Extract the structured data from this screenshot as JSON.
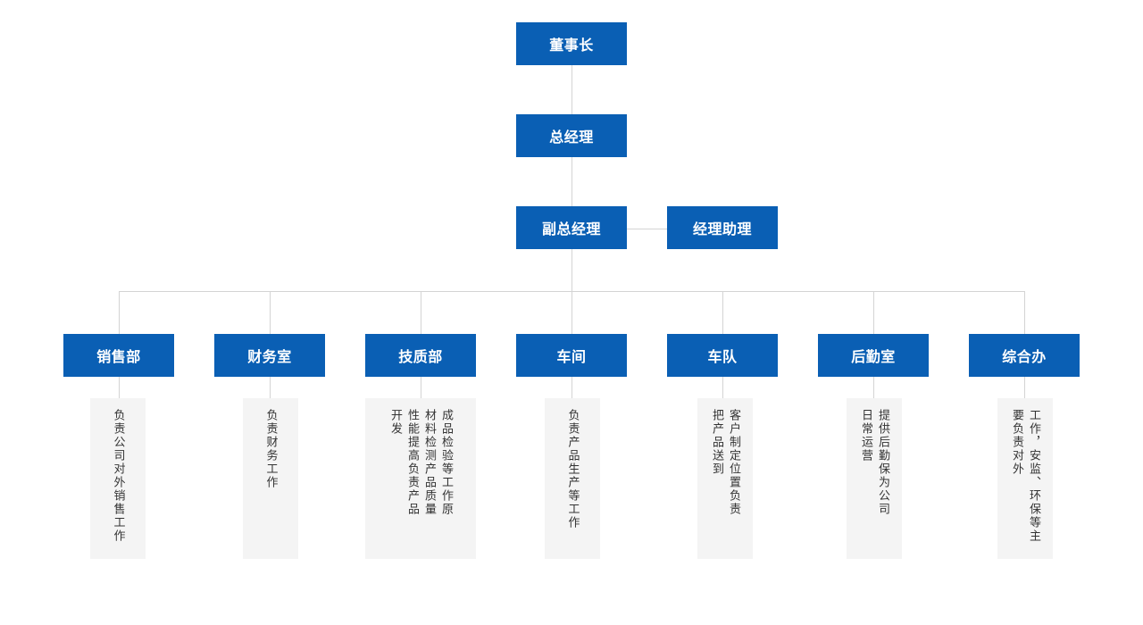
{
  "top": {
    "chairman": "董事长",
    "general_manager": "总经理",
    "deputy_gm": "副总经理",
    "assistant": "经理助理"
  },
  "departments": [
    {
      "name": "销售部",
      "desc": "负责公司对外销售工作"
    },
    {
      "name": "财务室",
      "desc": "负责财务工作"
    },
    {
      "name": "技质部",
      "desc": "成品检验等工作原材料检测产品质量性能提高负责产品开发"
    },
    {
      "name": "车间",
      "desc": "负责产品生产等工作"
    },
    {
      "name": "车队",
      "desc": "客户制定位置负责把产品送到"
    },
    {
      "name": "后勤室",
      "desc": "提供后勤保为公司日常运营"
    },
    {
      "name": "综合办",
      "desc": "工作，安监、环保等主要负责对外"
    }
  ],
  "colors": {
    "box": "#0a5fb4",
    "line": "#d4d4d4",
    "desc_bg": "#f4f4f4"
  }
}
